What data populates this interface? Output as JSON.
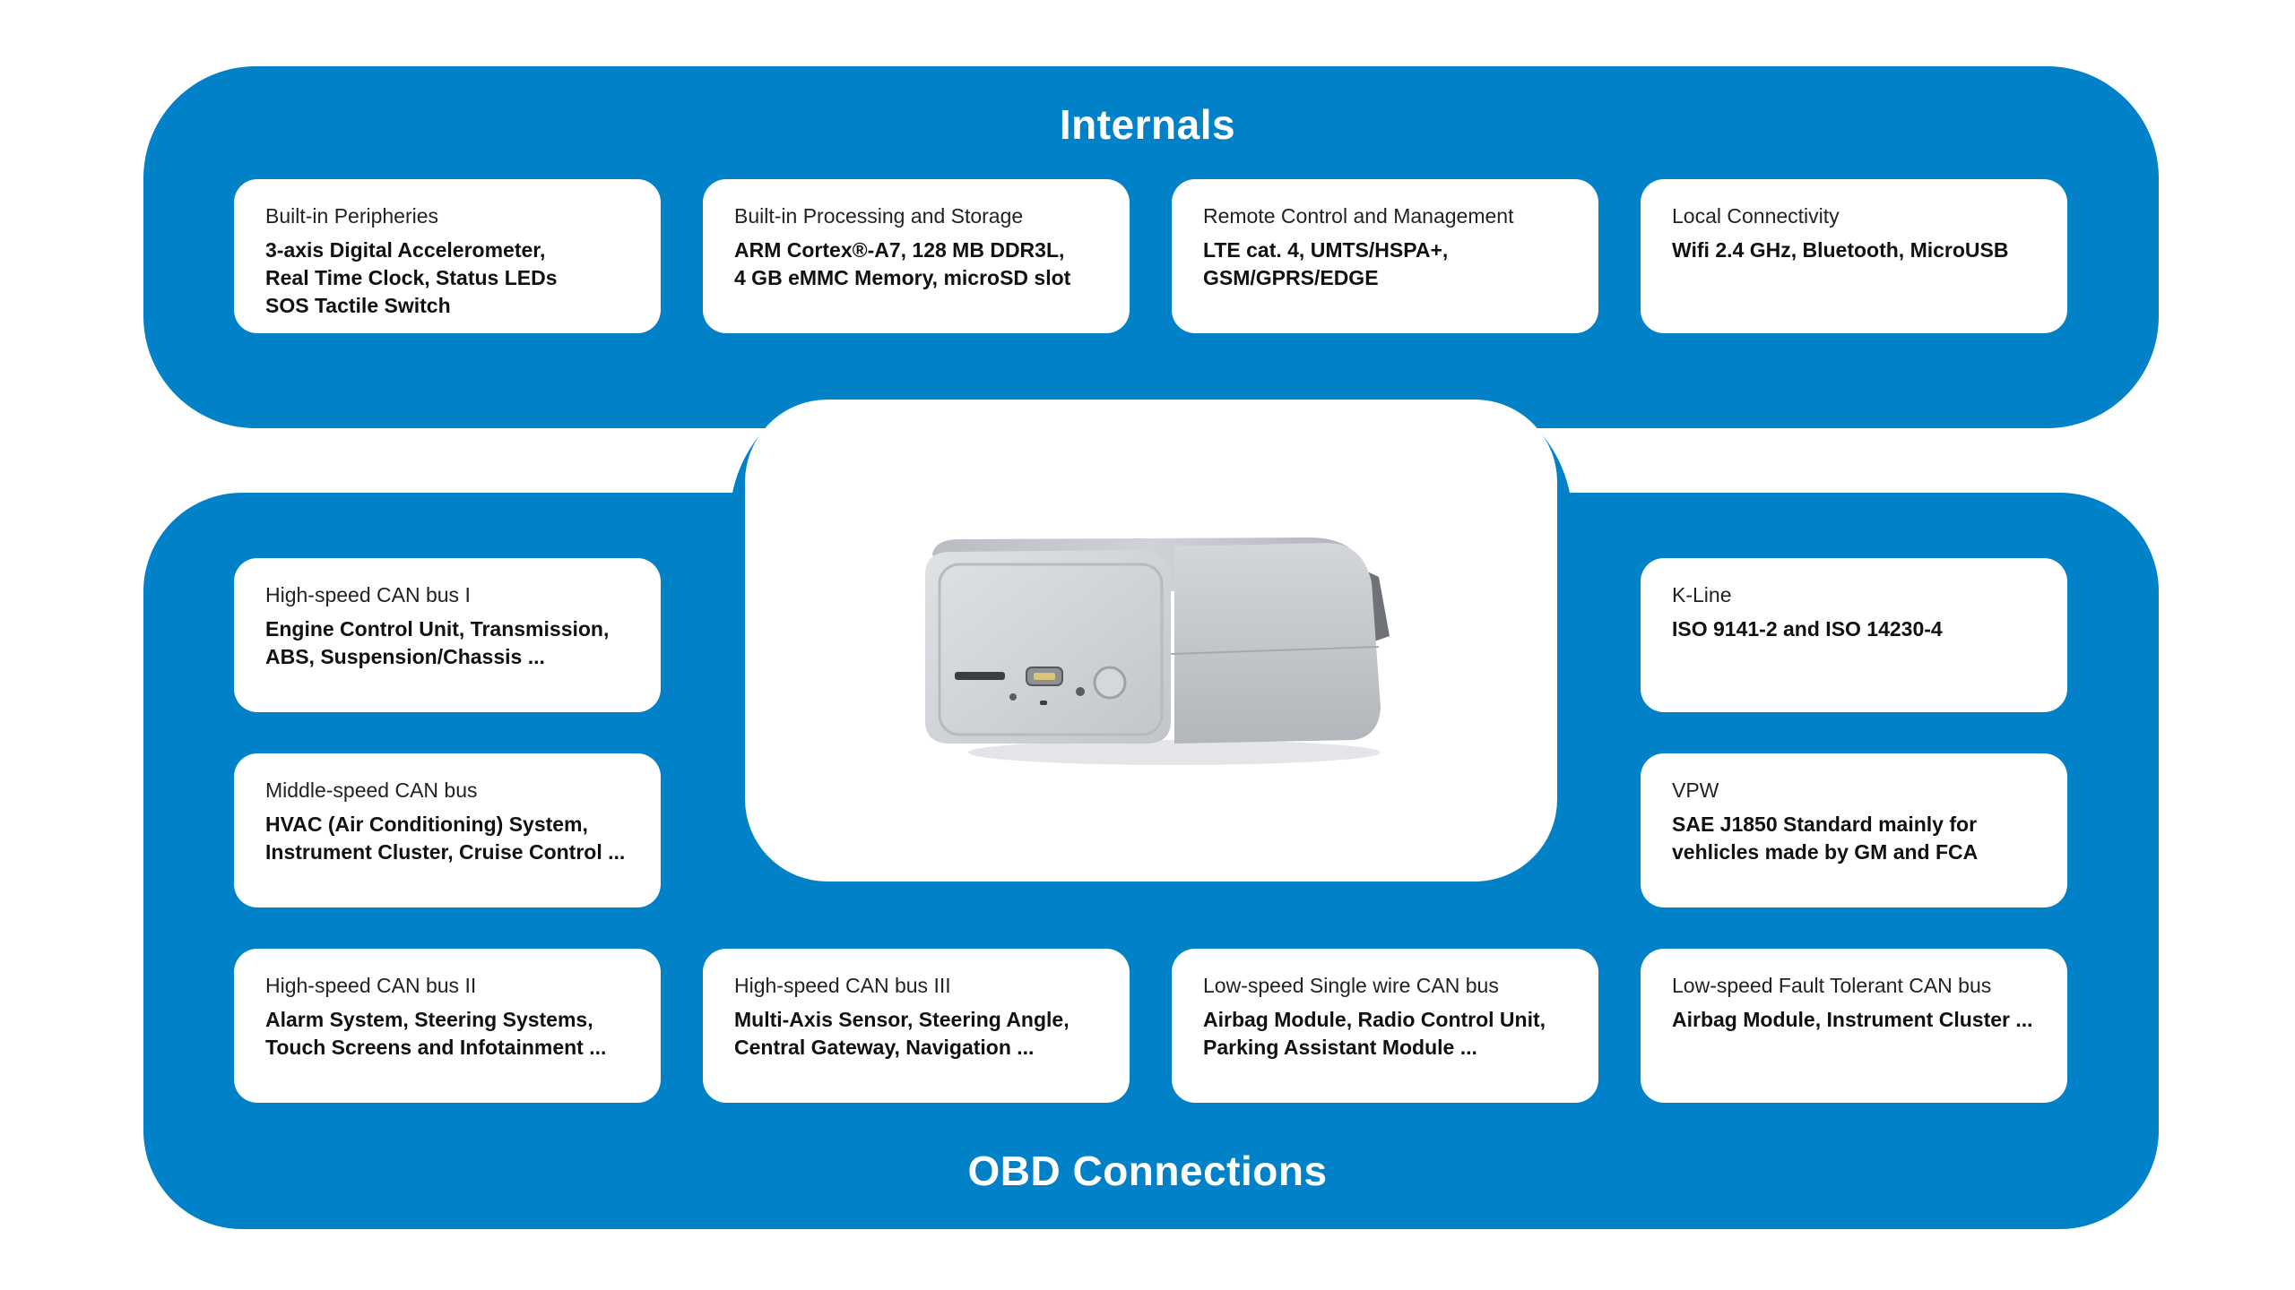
{
  "internals": {
    "title": "Internals",
    "cards": [
      {
        "title": "Built-in Peripheries",
        "lines": [
          "3-axis Digital Accelerometer,",
          "Real Time Clock, Status LEDs",
          "SOS Tactile Switch"
        ]
      },
      {
        "title": "Built-in Processing and Storage",
        "lines": [
          "ARM Cortex®-A7, 128 MB DDR3L,",
          "4 GB eMMC Memory, microSD slot"
        ]
      },
      {
        "title": "Remote Control and Management",
        "lines": [
          "LTE cat. 4, UMTS/HSPA+,",
          "GSM/GPRS/EDGE"
        ]
      },
      {
        "title": "Local Connectivity",
        "lines": [
          "Wifi 2.4 GHz, Bluetooth, MicroUSB"
        ]
      }
    ]
  },
  "obd": {
    "title": "OBD Connections",
    "cards": [
      {
        "title": "High-speed CAN bus I",
        "lines": [
          "Engine Control Unit, Transmission,",
          "ABS, Suspension/Chassis ..."
        ]
      },
      {
        "title": "Middle-speed CAN bus",
        "lines": [
          "HVAC (Air Conditioning) System,",
          "Instrument Cluster, Cruise Control ..."
        ]
      },
      {
        "title": "K-Line",
        "lines": [
          "ISO 9141-2 and ISO 14230-4"
        ]
      },
      {
        "title": "VPW",
        "lines": [
          "SAE J1850 Standard mainly for",
          "vehlicles made by GM and FCA"
        ]
      },
      {
        "title": "High-speed CAN bus II",
        "lines": [
          "Alarm System, Steering Systems,",
          "Touch Screens and Infotainment ..."
        ]
      },
      {
        "title": "High-speed CAN bus III",
        "lines": [
          "Multi-Axis Sensor, Steering Angle,",
          "Central Gateway, Navigation ..."
        ]
      },
      {
        "title": "Low-speed Single wire CAN bus",
        "lines": [
          "Airbag Module, Radio Control Unit,",
          "Parking Assistant Module ..."
        ]
      },
      {
        "title": "Low-speed Fault Tolerant CAN bus",
        "lines": [
          "Airbag Module, Instrument Cluster ..."
        ]
      }
    ]
  },
  "colors": {
    "panel_blue": "#0181c7",
    "card_white": "#ffffff",
    "text_dark": "#111111",
    "device_silver": "#c4c7cb"
  }
}
